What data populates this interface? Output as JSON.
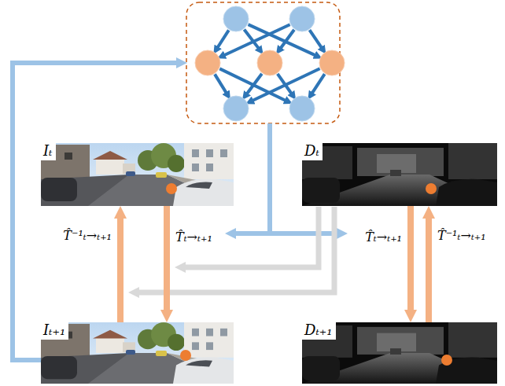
{
  "diagram": {
    "nodes": [
      {
        "text": [
          "Iₜ"
        ]
      },
      {
        "text": [
          "Dₜ"
        ]
      },
      {
        "text": [
          "Iₜ₊₁"
        ]
      },
      {
        "text": [
          "Dₜ₊₁"
        ]
      }
    ],
    "edges": [
      {
        "from": 0,
        "to": 2,
        "arrow": "to",
        "label": "T̂ₜ→ₜ₊₁"
      },
      {
        "from": 2,
        "to": 0,
        "arrow": "to",
        "label": "T̂⁻¹ₜ→ₜ₊₁"
      },
      {
        "from": 1,
        "to": 3,
        "arrow": "to",
        "label": "T̂ₜ→ₜ₊₁"
      },
      {
        "from": 3,
        "to": 1,
        "arrow": "to",
        "label": "T̂⁻¹ₜ→ₜ₊₁"
      }
    ]
  }
}
